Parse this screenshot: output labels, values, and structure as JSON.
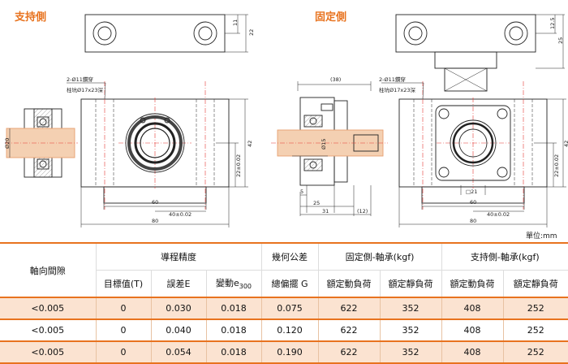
{
  "sections": {
    "support": "支持側",
    "fixed": "固定側"
  },
  "unit_note": "單位:mm",
  "dims": {
    "d11": "11",
    "d22": "22",
    "d12_5": "12.5",
    "d25": "25",
    "d38": "(38)",
    "d20": "Ø20",
    "d15": "Ø15",
    "d42a": "42",
    "d42b": "42",
    "d22h_a": "22±0.02",
    "d22h_b": "22±0.02",
    "d60a": "60",
    "d60b": "60",
    "d40a": "40±0.02",
    "d40b": "40±0.02",
    "d80a": "80",
    "d80b": "80",
    "d5": "5",
    "d25b": "25",
    "d31": "31",
    "d12": "(12)",
    "d21": "□21",
    "hole_a": "2-Ø11鑽穿",
    "bore_a": "柱坑Ø17x23深",
    "hole_b": "2-Ø11鑽穿",
    "bore_b": "柱坑Ø17x23深"
  },
  "table": {
    "axial_clearance": "軸向間隙",
    "lead_accuracy": "導程精度",
    "target_value": "目標值(T)",
    "error": "誤差E",
    "variation": "變動e",
    "variation_sub": "300",
    "geometric_tolerance": "幾何公差",
    "total_runout": "總偏擺 G",
    "fixed_bearing": "固定側-軸承(kgf)",
    "support_bearing": "支持側-軸承(kgf)",
    "dyn_load_1": "額定動負荷",
    "static_load_1": "額定靜負荷",
    "dyn_load_2": "額定動負荷",
    "static_load_2": "額定靜負荷",
    "rows": [
      [
        "<0.005",
        "0",
        "0.030",
        "0.018",
        "0.075",
        "622",
        "352",
        "408",
        "252"
      ],
      [
        "<0.005",
        "0",
        "0.040",
        "0.018",
        "0.120",
        "622",
        "352",
        "408",
        "252"
      ],
      [
        "<0.005",
        "0",
        "0.054",
        "0.018",
        "0.190",
        "622",
        "352",
        "408",
        "252"
      ]
    ]
  }
}
